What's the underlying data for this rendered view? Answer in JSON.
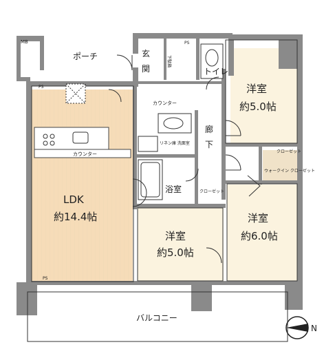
{
  "plan": {
    "mb": "MB",
    "porch": "ポーチ",
    "genkan": [
      "玄",
      "関"
    ],
    "shoe_closet": "下駄箱",
    "toilet": "トイレ",
    "ps": "PS",
    "counter_hall": "カウンター",
    "washroom": "リネン庫 洗面室",
    "hall": [
      "廊",
      "下"
    ],
    "bath": "浴室",
    "closet": "クローゼット",
    "ldk_name": "LDK",
    "ldk_size": "約14.4帖",
    "kitchen_counter": "カウンター",
    "room1_name": "洋室",
    "room1_size": "約5.0帖",
    "room2_name": "洋室",
    "room2_size": "約6.0帖",
    "room3_name": "洋室",
    "room3_size": "約5.0帖",
    "wic": "ウォークイン クローゼット",
    "balcony": "バルコニー",
    "north": "N"
  },
  "colors": {
    "wall": "#8a8a8a",
    "ldk_floor": "#f6dcb8",
    "room_floor": "#fbf3df",
    "wet_floor": "#ffffff",
    "line": "#333333"
  }
}
